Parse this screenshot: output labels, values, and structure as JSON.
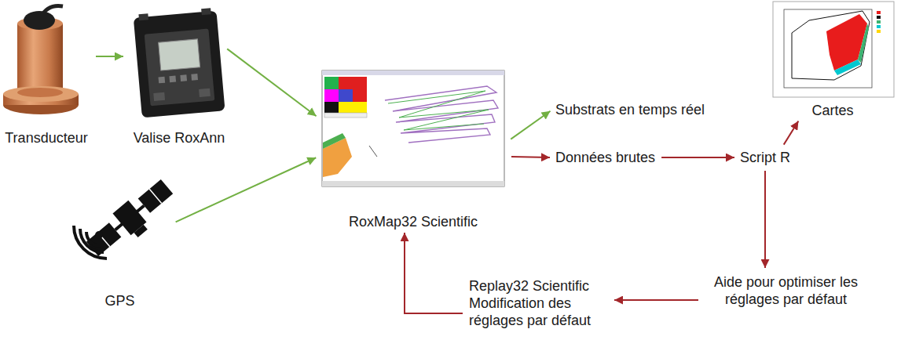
{
  "diagram": {
    "nodes": [
      {
        "text": [
          "Transducteur"
        ]
      },
      {
        "text": [
          "Valise RoxAnn"
        ]
      },
      {
        "text": [
          "GPS"
        ]
      },
      {
        "text": [
          "RoxMap32 Scientific"
        ]
      },
      {
        "text": [
          "Substrats en temps réel"
        ]
      },
      {
        "text": [
          "Données brutes"
        ]
      },
      {
        "text": [
          "Script R"
        ]
      },
      {
        "text": [
          "Cartes"
        ]
      },
      {
        "text": [
          "Aide pour optimiser les réglages par défaut"
        ]
      },
      {
        "text": [
          "Replay32 Scientific Modification des réglages par défaut"
        ]
      }
    ],
    "edges": [
      {
        "from": 0,
        "to": 1,
        "arrow": "to"
      },
      {
        "from": 1,
        "to": 3,
        "arrow": "to"
      },
      {
        "from": 2,
        "to": 3,
        "arrow": "to"
      },
      {
        "from": 3,
        "to": 4,
        "arrow": "to"
      },
      {
        "from": 3,
        "to": 5,
        "arrow": "to"
      },
      {
        "from": 5,
        "to": 6,
        "arrow": "to"
      },
      {
        "from": 6,
        "to": 7,
        "arrow": "to"
      },
      {
        "from": 6,
        "to": 8,
        "arrow": "to"
      },
      {
        "from": 8,
        "to": 9,
        "arrow": "to"
      },
      {
        "from": 9,
        "to": 3,
        "arrow": "to"
      }
    ]
  }
}
